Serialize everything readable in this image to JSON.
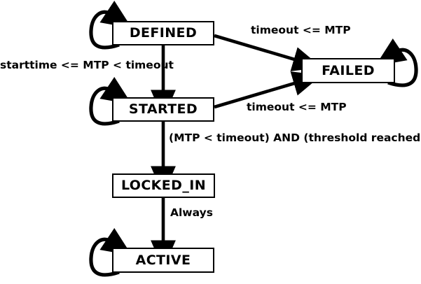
{
  "diagram": {
    "kind": "state-transition-diagram",
    "title": "",
    "colors": {
      "background": "#ffffff",
      "stroke": "#000000",
      "node_fill": "#ffffff",
      "text": "#000000"
    },
    "states": [
      {
        "id": "defined",
        "label": "DEFINED"
      },
      {
        "id": "started",
        "label": "STARTED"
      },
      {
        "id": "locked_in",
        "label": "LOCKED_IN"
      },
      {
        "id": "active",
        "label": "ACTIVE"
      },
      {
        "id": "failed",
        "label": "FAILED"
      }
    ],
    "transitions": [
      {
        "id": "defined-self",
        "from": "defined",
        "to": "defined",
        "label": "",
        "kind": "self-loop"
      },
      {
        "id": "started-self",
        "from": "started",
        "to": "started",
        "label": "",
        "kind": "self-loop"
      },
      {
        "id": "active-self",
        "from": "active",
        "to": "active",
        "label": "",
        "kind": "self-loop"
      },
      {
        "id": "failed-self",
        "from": "failed",
        "to": "failed",
        "label": "",
        "kind": "self-loop"
      },
      {
        "id": "defined-started",
        "from": "defined",
        "to": "started",
        "label": "starttime <= MTP < timeout",
        "kind": "straight"
      },
      {
        "id": "defined-failed",
        "from": "defined",
        "to": "failed",
        "label": "timeout <= MTP",
        "kind": "diagonal"
      },
      {
        "id": "started-failed",
        "from": "started",
        "to": "failed",
        "label": "timeout <= MTP",
        "kind": "diagonal"
      },
      {
        "id": "started-locked",
        "from": "started",
        "to": "locked_in",
        "label": "(MTP < timeout) AND (threshold reached)",
        "kind": "straight"
      },
      {
        "id": "locked-active",
        "from": "locked_in",
        "to": "active",
        "label": "Always",
        "kind": "straight"
      }
    ],
    "labels": {
      "starttime_mtp_timeout": "starttime <= MTP < timeout",
      "timeout_mtp_defined": "timeout <= MTP",
      "timeout_mtp_started": "timeout <= MTP",
      "threshold_reached": "(MTP < timeout) AND (threshold reached)",
      "always": "Always"
    }
  }
}
